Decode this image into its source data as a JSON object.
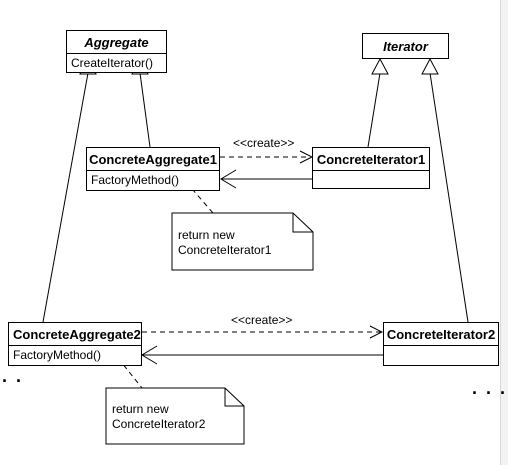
{
  "diagram": {
    "classes": {
      "aggregate": {
        "name": "Aggregate",
        "operation": "CreateIterator()"
      },
      "iterator": {
        "name": "Iterator"
      },
      "concrete_aggregate1": {
        "name": "ConcreteAggregate1",
        "operation": "FactoryMethod()"
      },
      "concrete_iterator1": {
        "name": "ConcreteIterator1"
      },
      "concrete_aggregate2": {
        "name": "ConcreteAggregate2",
        "operation": "FactoryMethod()"
      },
      "concrete_iterator2": {
        "name": "ConcreteIterator2"
      }
    },
    "stereotypes": {
      "create1": "<<create>>",
      "create2": "<<create>>"
    },
    "notes": {
      "note1": {
        "line1": "return new",
        "line2": "ConcreteIterator1"
      },
      "note2": {
        "line1": "return new",
        "line2": "ConcreteIterator2"
      }
    },
    "ellipses": {
      "left": ". .",
      "right": ". . ."
    }
  }
}
